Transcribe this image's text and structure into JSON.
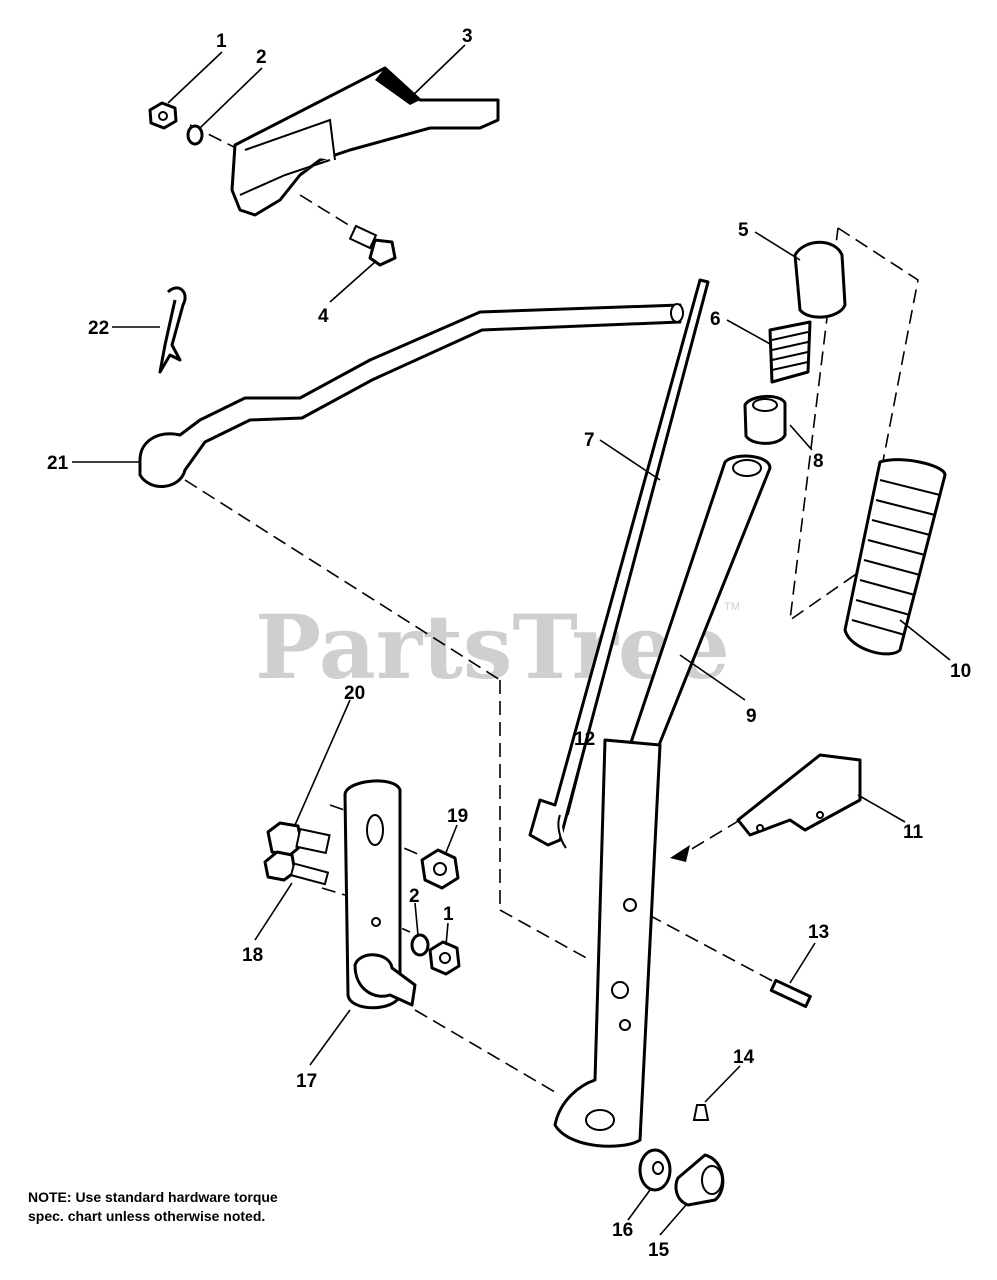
{
  "watermark": {
    "text": "PartsTree",
    "trademark": "TM"
  },
  "note": "NOTE: Use standard hardware torque spec. chart unless otherwise noted.",
  "callouts": [
    {
      "id": "1a",
      "label": "1"
    },
    {
      "id": "2a",
      "label": "2"
    },
    {
      "id": "3",
      "label": "3"
    },
    {
      "id": "4",
      "label": "4"
    },
    {
      "id": "5",
      "label": "5"
    },
    {
      "id": "6",
      "label": "6"
    },
    {
      "id": "7",
      "label": "7"
    },
    {
      "id": "8",
      "label": "8"
    },
    {
      "id": "9",
      "label": "9"
    },
    {
      "id": "10",
      "label": "10"
    },
    {
      "id": "11",
      "label": "11"
    },
    {
      "id": "12",
      "label": "12"
    },
    {
      "id": "13",
      "label": "13"
    },
    {
      "id": "14",
      "label": "14"
    },
    {
      "id": "15",
      "label": "15"
    },
    {
      "id": "16",
      "label": "16"
    },
    {
      "id": "17",
      "label": "17"
    },
    {
      "id": "18",
      "label": "18"
    },
    {
      "id": "19",
      "label": "19"
    },
    {
      "id": "20",
      "label": "20"
    },
    {
      "id": "21",
      "label": "21"
    },
    {
      "id": "22",
      "label": "22"
    },
    {
      "id": "2b",
      "label": "2"
    },
    {
      "id": "1b",
      "label": "1"
    }
  ]
}
